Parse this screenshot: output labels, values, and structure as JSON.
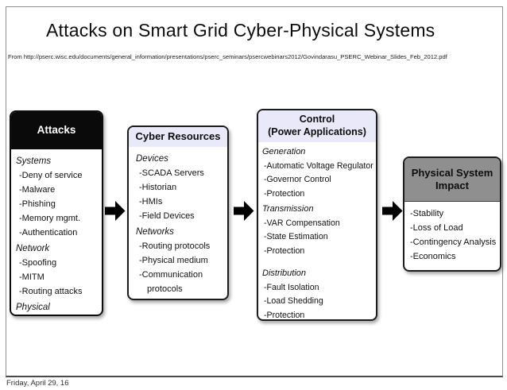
{
  "slide": {
    "title": "Attacks on Smart Grid Cyber-Physical Systems",
    "source_line": "From http://pserc.wisc.edu/documents/general_information/presentations/pserc_seminars/psercwebinars2012/Govindarasu_PSERC_Webinar_Slides_Feb_2012.pdf",
    "footer_date": "Friday, April 29, 16"
  },
  "diagram": {
    "arrow_color": "#000000",
    "boxes": [
      {
        "id": "attacks",
        "title_lines": [
          "Attacks"
        ],
        "header_bg": "#0a0a0a",
        "header_fg": "#ffffff",
        "groups": [
          {
            "label": "Systems",
            "items": [
              "-Deny of service",
              "-Malware",
              "-Phishing",
              "-Memory mgmt.",
              "-Authentication"
            ]
          },
          {
            "label": "Network",
            "items": [
              "-Spoofing",
              "-MITM",
              "-Routing attacks"
            ]
          },
          {
            "label": "Physical",
            "items": []
          }
        ]
      },
      {
        "id": "cyber-resources",
        "title_lines": [
          "Cyber Resources"
        ],
        "header_bg": "#e9e9f9",
        "header_fg": "#0d0d0d",
        "groups": [
          {
            "label": "Devices",
            "items": [
              "-SCADA Servers",
              "-Historian",
              "-HMIs",
              "-Field Devices"
            ]
          },
          {
            "label": "Networks",
            "items": [
              "-Routing protocols",
              "-Physical medium",
              "-Communication protocols"
            ]
          }
        ]
      },
      {
        "id": "control",
        "title_lines": [
          "Control",
          "(Power Applications)"
        ],
        "header_bg": "#e9e9f9",
        "header_fg": "#0d0d0d",
        "groups": [
          {
            "label": "Generation",
            "items": [
              "-Automatic Voltage Regulator",
              "-Governor Control",
              "-Protection"
            ]
          },
          {
            "label": "Transmission",
            "items": [
              "-VAR Compensation",
              "-State Estimation",
              "-Protection"
            ]
          },
          {
            "label": "Distribution",
            "gap_before": true,
            "items": [
              "-Fault Isolation",
              "-Load Shedding",
              "-Protection"
            ]
          }
        ]
      },
      {
        "id": "physical-impact",
        "title_lines": [
          "Physical System",
          "Impact"
        ],
        "header_bg": "#8f8f8f",
        "header_fg": "#0d0d0d",
        "groups": [
          {
            "label": "",
            "items": [
              "-Stability",
              "-Loss of Load",
              "-Contingency Analysis",
              "-Economics"
            ]
          }
        ]
      }
    ]
  }
}
